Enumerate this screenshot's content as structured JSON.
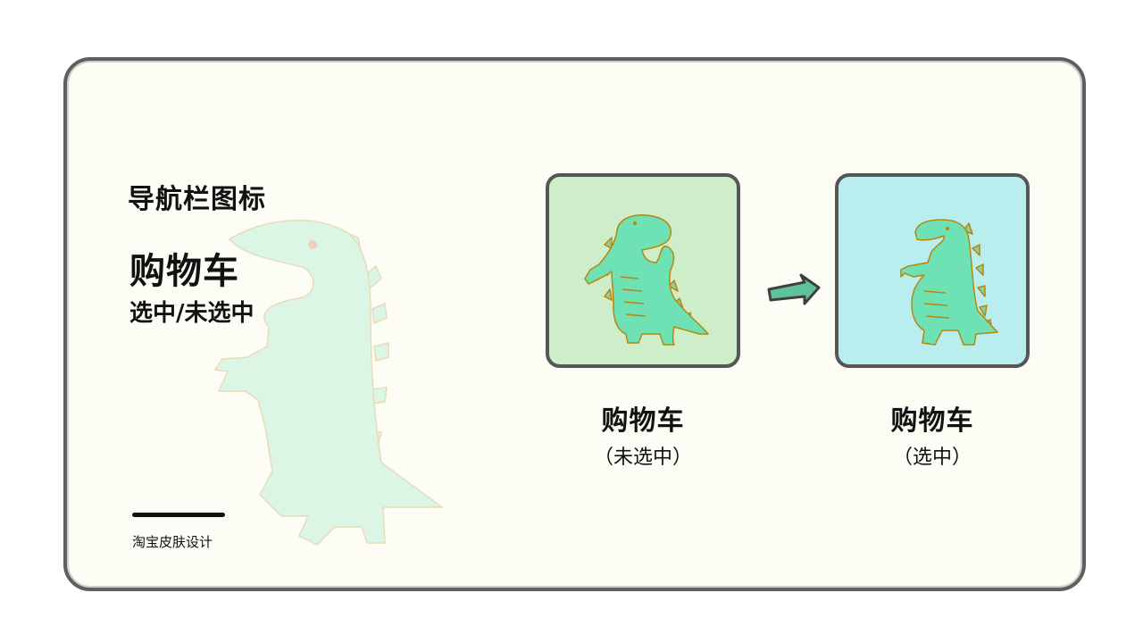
{
  "heading": "导航栏图标",
  "title": "购物车",
  "subtitle": "选中/未选中",
  "footer": "淘宝皮肤设计",
  "tiles": [
    {
      "title": "购物车",
      "subtitle": "（未选中）",
      "state": "unselected",
      "background": "#cdeec8"
    },
    {
      "title": "购物车",
      "subtitle": "（选中）",
      "state": "selected",
      "background": "#b8efee"
    }
  ],
  "icons": {
    "background": "dinosaur-illustration",
    "unselected": "dinosaur-waving-icon",
    "selected": "dinosaur-pointing-icon",
    "transition": "arrow-right-icon"
  },
  "colors": {
    "dino_fill": "#6fe2b5",
    "dino_spikes": "#8fcf9c",
    "dino_outline": "#b8860b",
    "card_bg": "#fdfcf5",
    "card_border": "#5f5f5f"
  }
}
